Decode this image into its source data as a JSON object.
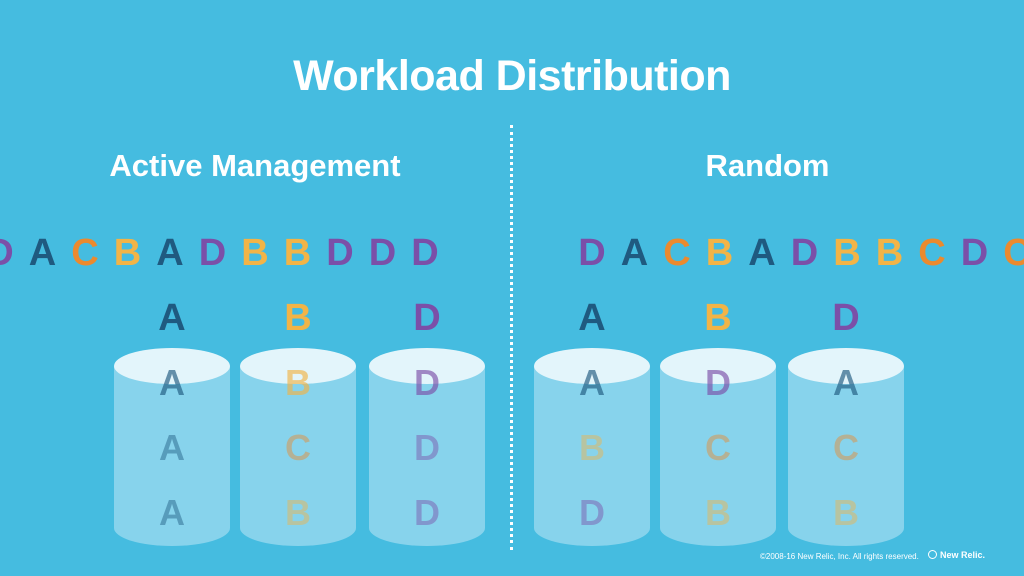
{
  "title": "Workload Distribution",
  "left": {
    "heading": "Active Management",
    "queue": [
      "D",
      "A",
      "C",
      "B",
      "A",
      "D",
      "B",
      "B",
      "D",
      "D",
      "D"
    ],
    "on_top": [
      "A",
      "B",
      "D"
    ],
    "buckets": [
      [
        "A",
        "A",
        "A"
      ],
      [
        "B",
        "C",
        "B"
      ],
      [
        "D",
        "D",
        "D"
      ]
    ]
  },
  "right": {
    "heading": "Random",
    "queue": [
      "D",
      "A",
      "C",
      "B",
      "A",
      "D",
      "B",
      "B",
      "C",
      "D",
      "C"
    ],
    "on_top": [
      "A",
      "B",
      "D"
    ],
    "buckets": [
      [
        "A",
        "B",
        "D"
      ],
      [
        "D",
        "C",
        "B"
      ],
      [
        "A",
        "C",
        "B"
      ]
    ]
  },
  "colors": {
    "A": "#1F5A80",
    "B": "#F2B447",
    "C": "#EB8A2E",
    "D": "#7B4FA8",
    "background": "#45BCE0"
  },
  "footer": "©2008-16 New Relic, Inc. All rights reserved.",
  "logo": "New Relic."
}
